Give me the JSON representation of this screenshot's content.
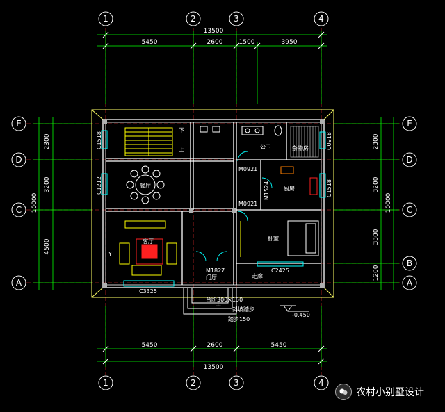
{
  "axes": {
    "vertical": [
      "1",
      "2",
      "3",
      "4"
    ],
    "horizontal": [
      "E",
      "D",
      "C",
      "B",
      "A"
    ]
  },
  "dims": {
    "top_total": "13500",
    "top_parts": [
      "5450",
      "2600",
      "1500",
      "3950"
    ],
    "bottom_total": "13500",
    "bottom_parts": [
      "5450",
      "2600",
      "5450"
    ],
    "left_parts": [
      "2300",
      "3200",
      "4500"
    ],
    "left_total": "10000",
    "right_parts": [
      "2300",
      "3200",
      "3300",
      "1200"
    ],
    "right_total": "10000"
  },
  "rooms": {
    "dining": "餐厅",
    "living": "客厅",
    "kitchen": "厨房",
    "bedroom": "卧室",
    "bath": "公卫",
    "storage": "杂物房",
    "foyer": "门厅",
    "corridor": "走廊",
    "stair_down": "下",
    "stair_up": "上",
    "step_up": "上"
  },
  "codes": {
    "c1518_left": "C1518",
    "c1212": "C1212",
    "c0918": "C0918",
    "c1518_right": "C1518",
    "m0921_a": "M0921",
    "m0921_b": "M0921",
    "m1524": "M1524",
    "m1827": "M1827",
    "c2425": "C2425",
    "c3325": "C3325",
    "step_note": "台阶300×150",
    "slope_note": "斜坡踏步",
    "rise_note": "踏步150",
    "elevation": "-0.450"
  },
  "watermark": "农村小别墅设计",
  "colors": {
    "wall": "#ffff66",
    "dim_line": "#00ff00",
    "axis_line": "#ff3030",
    "window": "#00ffff",
    "furniture": "#ffff00",
    "accent": "#ff2020"
  }
}
